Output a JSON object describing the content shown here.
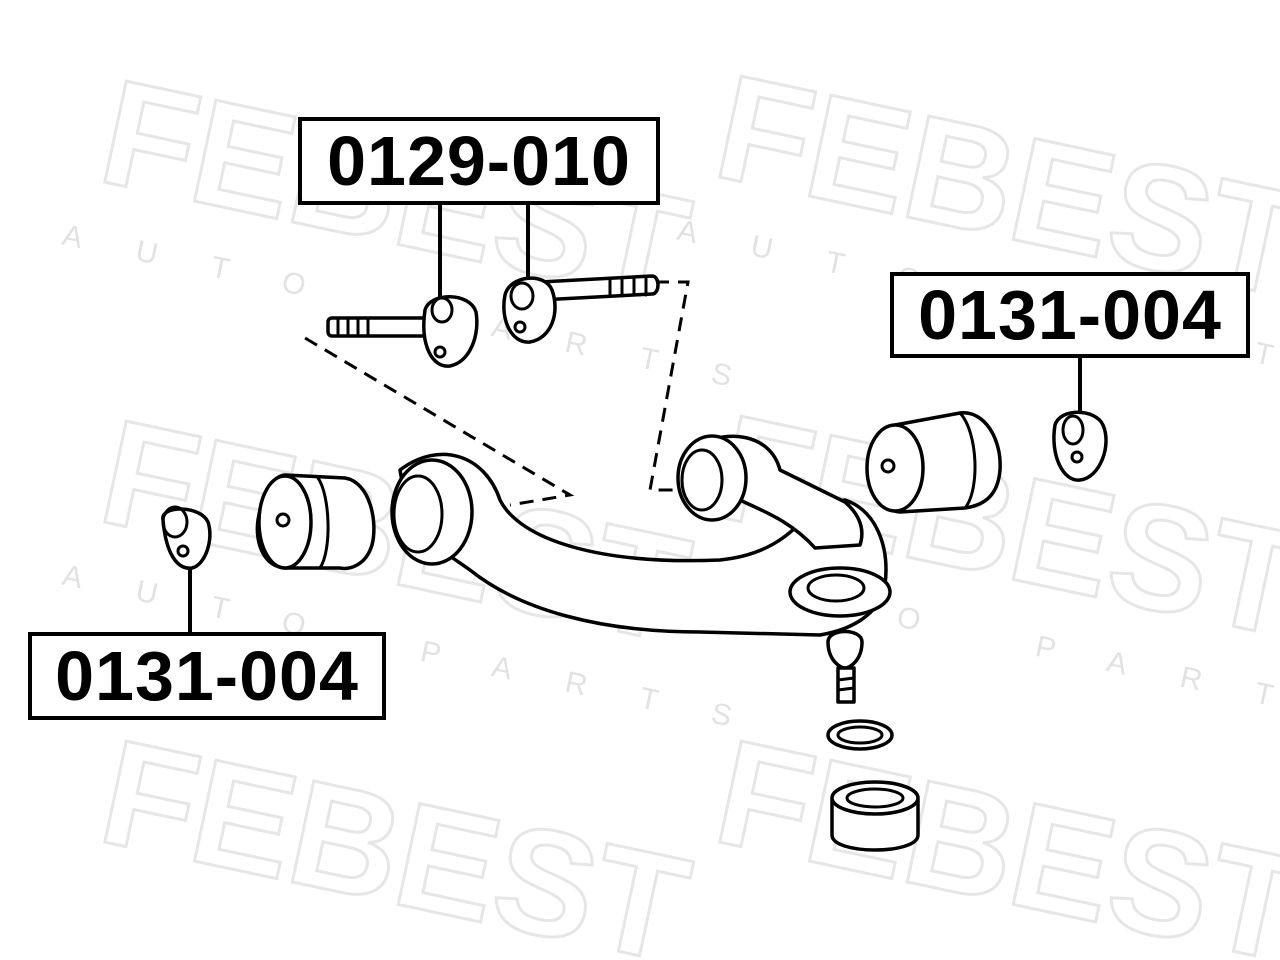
{
  "watermark": {
    "brand": "FEBEST",
    "tagline": "AUTO PARTS"
  },
  "labels": {
    "top_center": "0129-010",
    "right": "0131-004",
    "left": "0131-004"
  },
  "colors": {
    "line": "#000000",
    "background": "#ffffff",
    "watermark": "#e6e6e6"
  }
}
